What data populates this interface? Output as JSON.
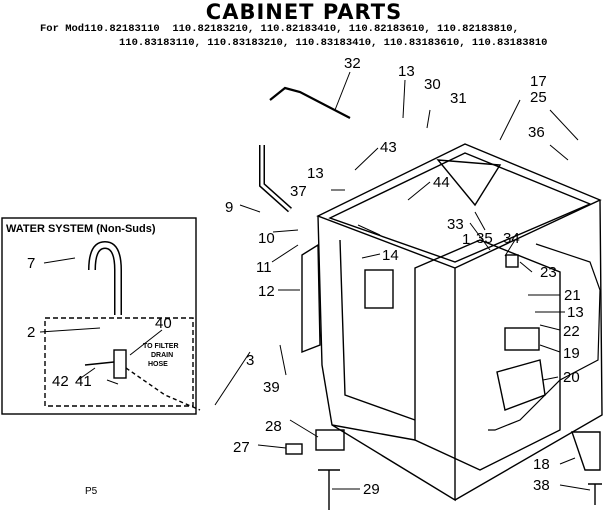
{
  "header": {
    "title": "CABINET PARTS",
    "model_prefix": "For Mod",
    "models_line1": "110.82183110  110.82183210, 110.82183410, 110.82183610, 110.82183810,",
    "models_line2": "110.83183110, 110.83183210, 110.83183410, 110.83183610, 110.83183810"
  },
  "inset": {
    "title": "WATER SYSTEM (Non-Suds)",
    "note": [
      "TO FILTER",
      "DRAIN",
      "HOSE"
    ]
  },
  "footer_code": "P5",
  "labels": [
    "32",
    "13",
    "30",
    "31",
    "17",
    "25",
    "36",
    "43",
    "13",
    "37",
    "44",
    "9",
    "33",
    "10",
    "14",
    "1",
    "35",
    "34",
    "23",
    "11",
    "12",
    "21",
    "13",
    "22",
    "19",
    "20",
    "3",
    "39",
    "28",
    "27",
    "18",
    "29",
    "38",
    "7",
    "2",
    "40",
    "42",
    "41"
  ]
}
